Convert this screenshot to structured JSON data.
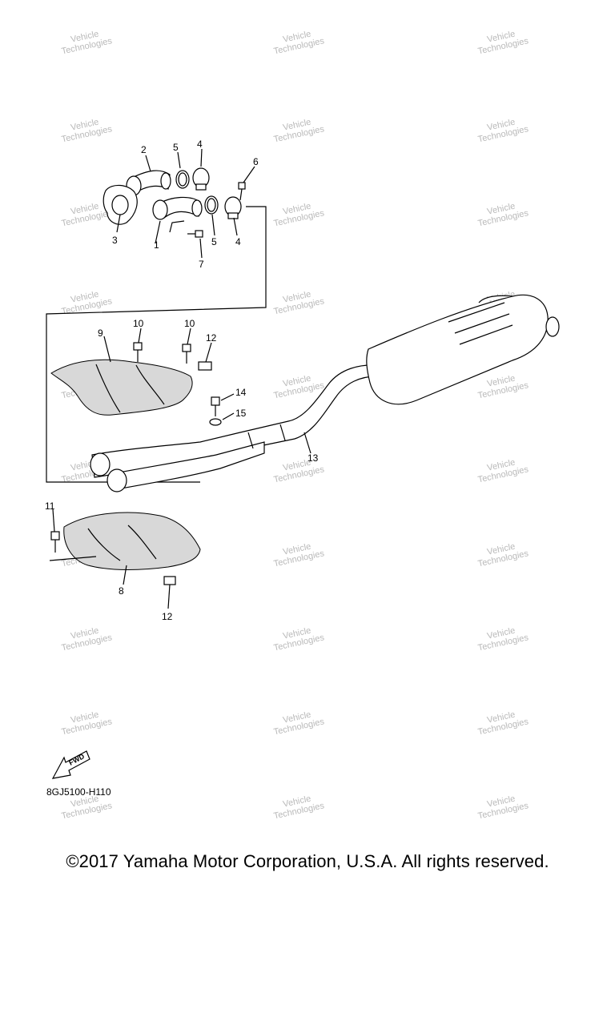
{
  "watermark": {
    "line1": "Vehicle",
    "line2": "Technologies"
  },
  "callouts": [
    "1",
    "2",
    "3",
    "4",
    "4",
    "5",
    "5",
    "6",
    "7",
    "8",
    "9",
    "10",
    "10",
    "11",
    "12",
    "12",
    "13",
    "14",
    "15"
  ],
  "fwd_label": "FWD",
  "diagram_code": "8GJ5100-H110",
  "copyright": "©2017 Yamaha Motor Corporation, U.S.A. All rights reserved."
}
